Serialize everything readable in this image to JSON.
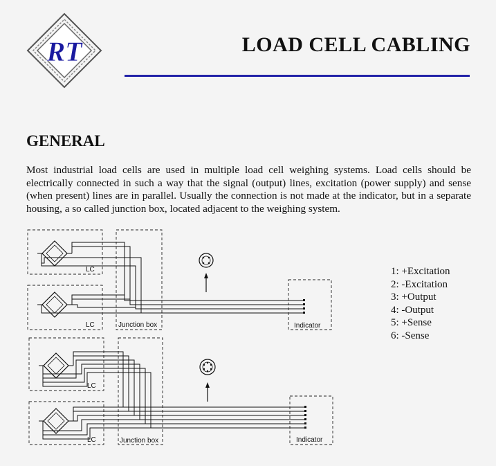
{
  "logo": {
    "text": "RT",
    "colors": {
      "frame": "#555555",
      "text": "#1a1aa0"
    }
  },
  "header": {
    "title": "LOAD CELL CABLING",
    "rule_color": "#2323a8"
  },
  "section": {
    "heading": "GENERAL",
    "body": "Most industrial load cells are used in multiple load cell weighing systems. Load cells should be electrically connected in such a way that the signal (output) lines, excitation (power supply) and sense (when present) lines are in parallel. Usually the connection is not made at the indicator, but in a separate housing, a so called junction box, located adjacent to the weighing system."
  },
  "diagram": {
    "lc_label": "LC",
    "junction_box_label": "Junction box",
    "indicator_label": "Indicator",
    "connector_pins_4": [
      "1",
      "2",
      "3",
      "4"
    ],
    "connector_pins_6": [
      "1",
      "2",
      "3",
      "4",
      "5",
      "6"
    ]
  },
  "legend": [
    "1: +Excitation",
    "2: -Excitation",
    "3: +Output",
    "4: -Output",
    "5: +Sense",
    "6: -Sense"
  ]
}
